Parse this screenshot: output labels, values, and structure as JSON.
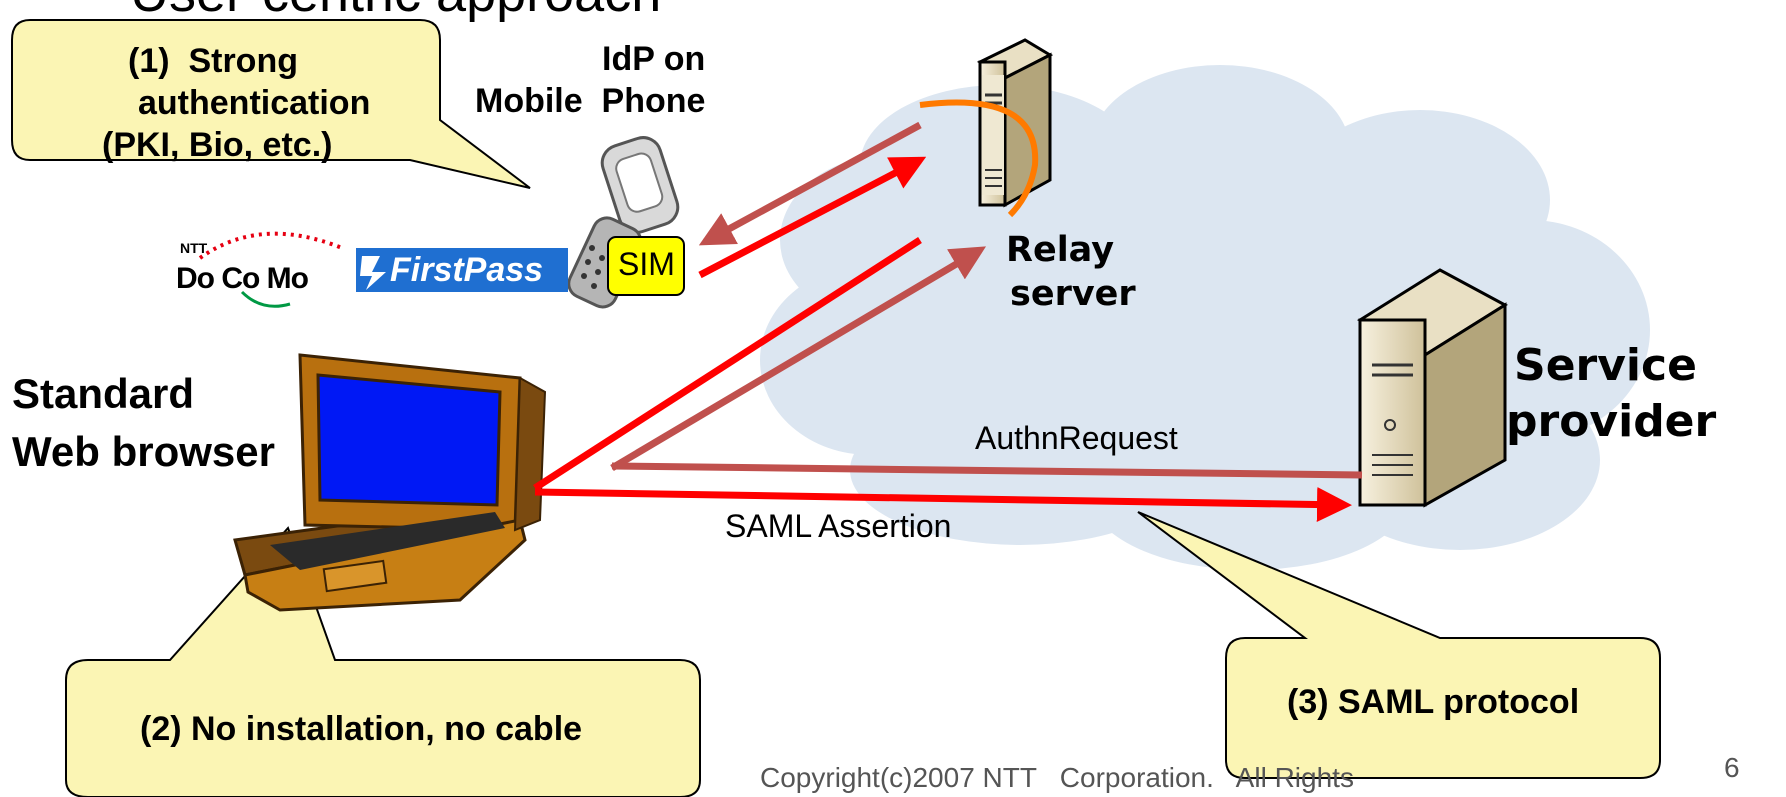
{
  "slide": {
    "title": "User-centric approach",
    "page_number": "6",
    "copyright": "Copyright(c)2007 NTT   Corporation.   All Rights"
  },
  "callouts": {
    "strong_auth": {
      "line1": "(1)  Strong",
      "line2": "authentication",
      "line3": "(PKI, Bio, etc.)"
    },
    "no_install": "(2) No installation, no cable",
    "saml_protocol": "(3) SAML protocol"
  },
  "labels": {
    "idp_line1": "IdP on",
    "idp_line2": "Mobile  Phone",
    "relay_line1": "Relay",
    "relay_line2": "server",
    "sp_line1": "Service",
    "sp_line2": "provider",
    "browser_line1": "Standard",
    "browser_line2": "Web browser",
    "sim": "SIM",
    "authn_request": "AuthnRequest",
    "saml_assertion": "SAML Assertion"
  },
  "logos": {
    "ntt": "NTT",
    "docomo": "Do Co Mo",
    "firstpass": "FirstPass"
  },
  "colors": {
    "callout_fill": "#fbf5b4",
    "cloud_fill": "#dce6f1",
    "arrow_red": "#ff0000",
    "arrow_dark": "#c0504d",
    "arc_orange": "#ff7a00"
  }
}
